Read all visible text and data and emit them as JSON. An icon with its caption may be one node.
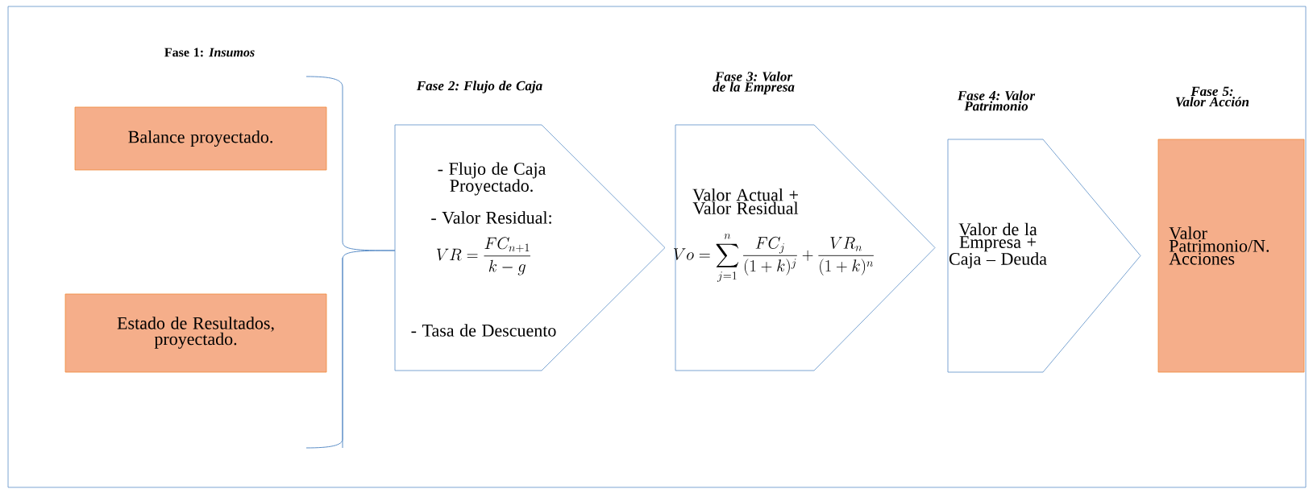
{
  "diagram": {
    "nodes": [
      {
        "text": [
          "Balance proyectado."
        ]
      },
      {
        "text": [
          "Estado de Resultados, proyectado."
        ]
      },
      {
        "text": [
          "Fase 2: Flujo de Caja",
          "- Flujo de Caja Proyectado.",
          "- Valor Residual:",
          "VR = \\frac{FC_{n+1}}{k-g}",
          "- Tasa de Descuento"
        ]
      },
      {
        "text": [
          "Fase 3: Valor de la Empresa",
          "Valor Actual + Valor Residual",
          "Vo = \\sum_{j=1}^{n} \\frac{FC_j}{(1+k)^j} + \\frac{VR_n}{(1+k)^n}"
        ]
      },
      {
        "text": [
          "Fase 4: Valor Patrimonio",
          "Valor de la Empresa + Caja – Deuda"
        ]
      },
      {
        "text": [
          "Fase 5: Valor Acción",
          "Valor Patrimonio/N. Acciones"
        ]
      }
    ],
    "labels": [
      "Fase 1: *Insumos*"
    ]
  }
}
